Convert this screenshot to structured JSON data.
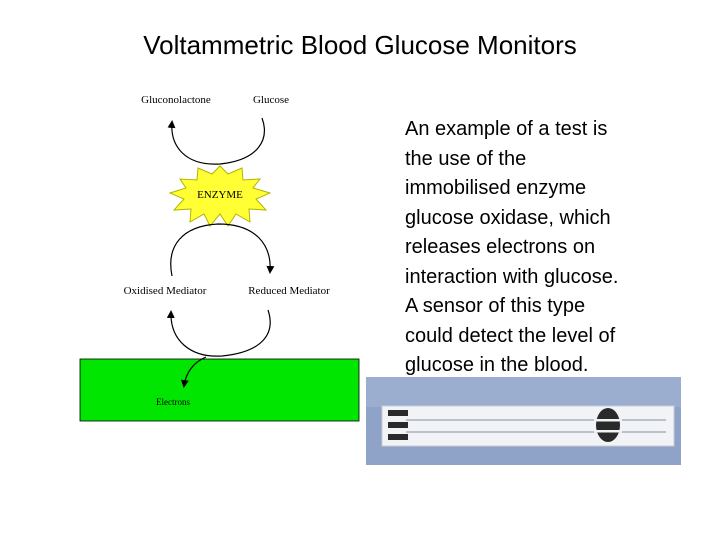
{
  "slide": {
    "title": "Voltammetric Blood Glucose Monitors"
  },
  "diagram": {
    "gluconolactone": "Gluconolactone",
    "glucose": "Glucose",
    "enzyme": "ENZYME",
    "oxidised_mediator": "Oxidised Mediator",
    "reduced_mediator": "Reduced Mediator",
    "electrons": "Electrons",
    "electrode_color": "#00e600",
    "enzyme_color": "#ffff33"
  },
  "body": {
    "lines": [
      "An example of a test is",
      "the use of the",
      "immobilised enzyme",
      "glucose oxidase, which",
      "releases electrons on",
      "interaction with glucose.",
      "A sensor of this type",
      "could detect the level of",
      "glucose in the blood."
    ]
  }
}
